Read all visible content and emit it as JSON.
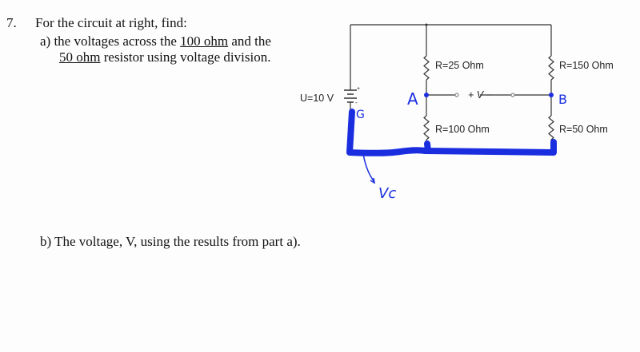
{
  "question": {
    "number": "7.",
    "intro": "For the circuit at right, find:",
    "part_a": {
      "line1_prefix": "a) the voltages across the ",
      "line1_underlined": "100 ohm",
      "line1_suffix": " and the",
      "line2_underlined": "50 ohm",
      "line2_suffix": " resistor using voltage division."
    },
    "part_b": "b) The voltage, V, using the results from part a)."
  },
  "circuit": {
    "source": "U=10 V",
    "plus_sign": "+",
    "minus_sign": "-",
    "r_top_left": "R=25 Ohm",
    "r_top_right": "R=150 Ohm",
    "r_bottom_left": "R=100 Ohm",
    "r_bottom_right": "R=50 Ohm",
    "voltage_label": "+  V  −"
  },
  "annotations": {
    "node_a": "A",
    "node_b": "B",
    "ground": "G",
    "vc": "Vc",
    "ink_color": "#1a2ee0"
  }
}
